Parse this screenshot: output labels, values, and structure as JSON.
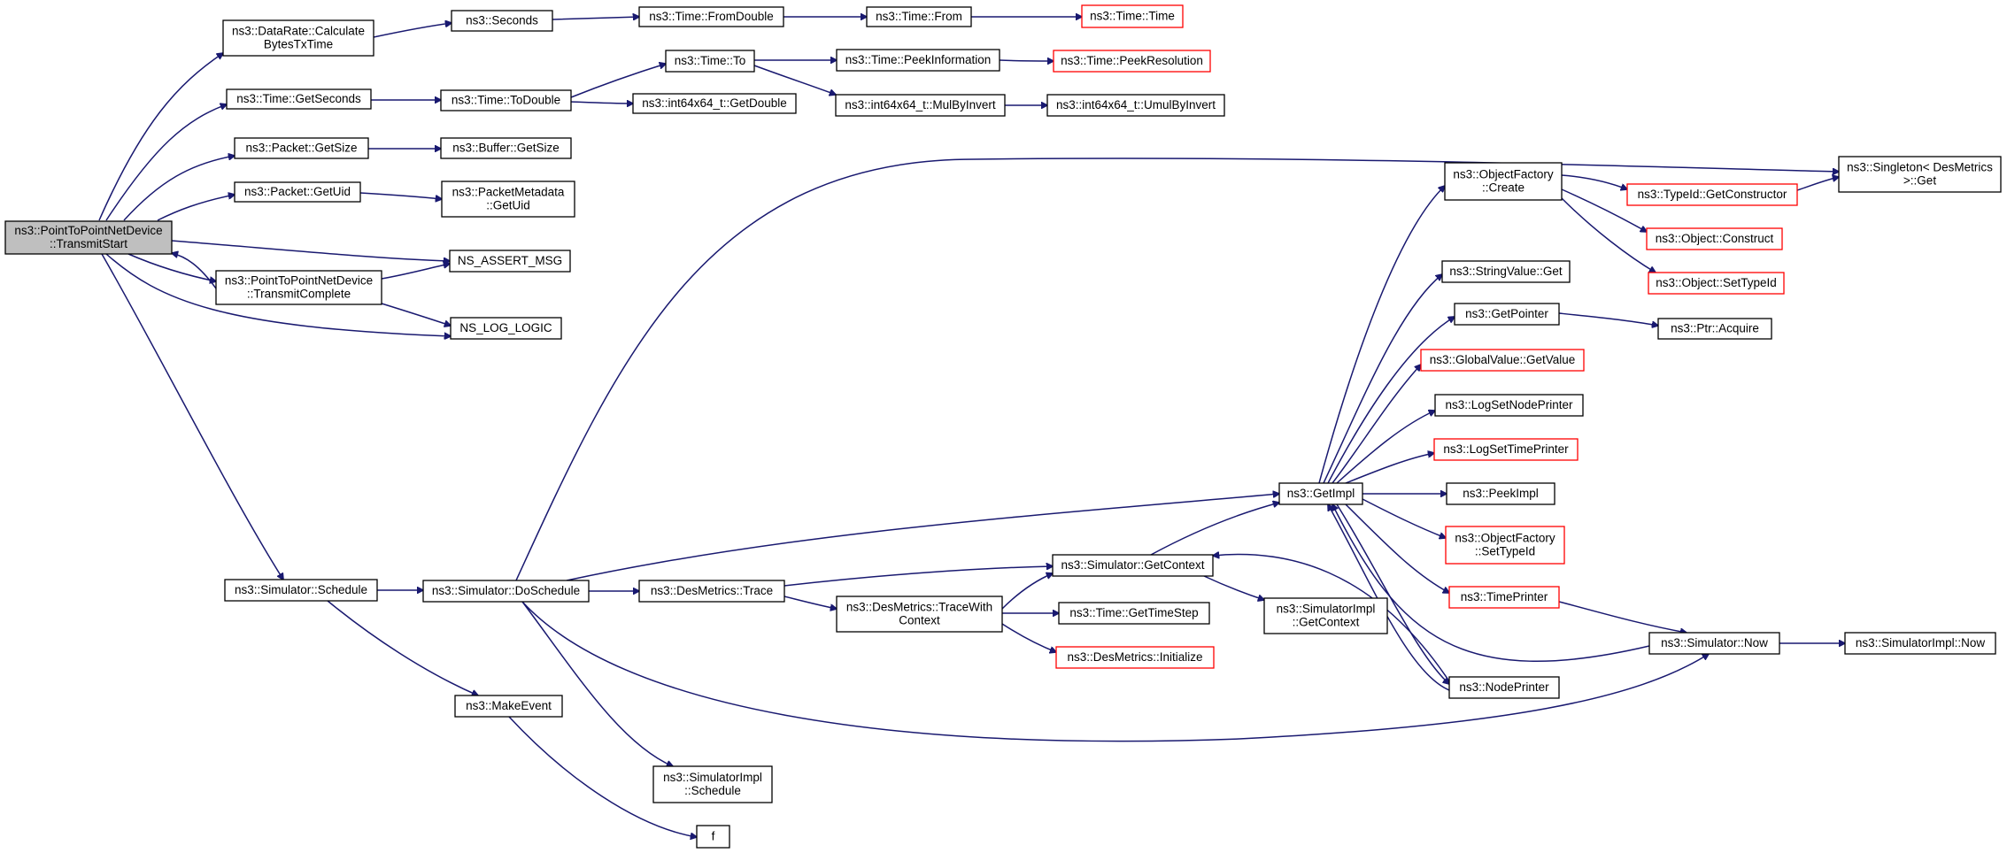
{
  "graph": {
    "kind": "call graph",
    "colors": {
      "edge": "#191970",
      "node_border": "#000000",
      "truncated_node_border": "#ff0000",
      "root_fill": "#bfbfbf",
      "node_fill": "#ffffff"
    },
    "nodes": [
      {
        "id": "root",
        "lines": [
          "ns3::PointToPointNetDevice",
          "::TransmitStart"
        ],
        "style": "root"
      },
      {
        "id": "dr_calc",
        "lines": [
          "ns3::DataRate::Calculate",
          "BytesTxTime"
        ],
        "style": "normal"
      },
      {
        "id": "seconds",
        "lines": [
          "ns3::Seconds"
        ],
        "style": "normal"
      },
      {
        "id": "time_fromdouble",
        "lines": [
          "ns3::Time::FromDouble"
        ],
        "style": "normal"
      },
      {
        "id": "time_from",
        "lines": [
          "ns3::Time::From"
        ],
        "style": "normal"
      },
      {
        "id": "time_time",
        "lines": [
          "ns3::Time::Time"
        ],
        "style": "truncated"
      },
      {
        "id": "time_getseconds",
        "lines": [
          "ns3::Time::GetSeconds"
        ],
        "style": "normal"
      },
      {
        "id": "time_todouble",
        "lines": [
          "ns3::Time::ToDouble"
        ],
        "style": "normal"
      },
      {
        "id": "time_to",
        "lines": [
          "ns3::Time::To"
        ],
        "style": "normal"
      },
      {
        "id": "time_peekinfo",
        "lines": [
          "ns3::Time::PeekInformation"
        ],
        "style": "normal"
      },
      {
        "id": "time_peekres",
        "lines": [
          "ns3::Time::PeekResolution"
        ],
        "style": "truncated"
      },
      {
        "id": "i64_getdouble",
        "lines": [
          "ns3::int64x64_t::GetDouble"
        ],
        "style": "normal"
      },
      {
        "id": "i64_mulbyinvert",
        "lines": [
          "ns3::int64x64_t::MulByInvert"
        ],
        "style": "normal"
      },
      {
        "id": "i64_umulbyinvert",
        "lines": [
          "ns3::int64x64_t::UmulByInvert"
        ],
        "style": "normal"
      },
      {
        "id": "packet_getsize",
        "lines": [
          "ns3::Packet::GetSize"
        ],
        "style": "normal"
      },
      {
        "id": "buffer_getsize",
        "lines": [
          "ns3::Buffer::GetSize"
        ],
        "style": "normal"
      },
      {
        "id": "packet_getuid",
        "lines": [
          "ns3::Packet::GetUid"
        ],
        "style": "normal"
      },
      {
        "id": "pm_getuid",
        "lines": [
          "ns3::PacketMetadata",
          "::GetUid"
        ],
        "style": "normal"
      },
      {
        "id": "ns_assert_msg",
        "lines": [
          "NS_ASSERT_MSG"
        ],
        "style": "normal"
      },
      {
        "id": "p2p_transmitcomplete",
        "lines": [
          "ns3::PointToPointNetDevice",
          "::TransmitComplete"
        ],
        "style": "normal"
      },
      {
        "id": "ns_log_logic",
        "lines": [
          "NS_LOG_LOGIC"
        ],
        "style": "normal"
      },
      {
        "id": "sim_schedule",
        "lines": [
          "ns3::Simulator::Schedule"
        ],
        "style": "normal"
      },
      {
        "id": "sim_doschedule",
        "lines": [
          "ns3::Simulator::DoSchedule"
        ],
        "style": "normal"
      },
      {
        "id": "makeevent",
        "lines": [
          "ns3::MakeEvent"
        ],
        "style": "normal"
      },
      {
        "id": "simimpl_schedule",
        "lines": [
          "ns3::SimulatorImpl",
          "::Schedule"
        ],
        "style": "normal"
      },
      {
        "id": "f",
        "lines": [
          "f"
        ],
        "style": "normal"
      },
      {
        "id": "desmetrics_trace",
        "lines": [
          "ns3::DesMetrics::Trace"
        ],
        "style": "normal"
      },
      {
        "id": "desmetrics_tracewith",
        "lines": [
          "ns3::DesMetrics::TraceWith",
          "Context"
        ],
        "style": "normal"
      },
      {
        "id": "sim_getcontext",
        "lines": [
          "ns3::Simulator::GetContext"
        ],
        "style": "normal"
      },
      {
        "id": "time_gettimestep",
        "lines": [
          "ns3::Time::GetTimeStep"
        ],
        "style": "normal"
      },
      {
        "id": "desmetrics_initialize",
        "lines": [
          "ns3::DesMetrics::Initialize"
        ],
        "style": "truncated"
      },
      {
        "id": "simimpl_getcontext",
        "lines": [
          "ns3::SimulatorImpl",
          "::GetContext"
        ],
        "style": "normal"
      },
      {
        "id": "getimpl",
        "lines": [
          "ns3::GetImpl"
        ],
        "style": "normal"
      },
      {
        "id": "singleton_get",
        "lines": [
          "ns3::Singleton< DesMetrics",
          ">::Get"
        ],
        "style": "normal"
      },
      {
        "id": "objfactory_create",
        "lines": [
          "ns3::ObjectFactory",
          "::Create"
        ],
        "style": "normal"
      },
      {
        "id": "typeid_getconstructor",
        "lines": [
          "ns3::TypeId::GetConstructor"
        ],
        "style": "truncated"
      },
      {
        "id": "object_construct",
        "lines": [
          "ns3::Object::Construct"
        ],
        "style": "truncated"
      },
      {
        "id": "object_settypeid",
        "lines": [
          "ns3::Object::SetTypeId"
        ],
        "style": "truncated"
      },
      {
        "id": "stringvalue_get",
        "lines": [
          "ns3::StringValue::Get"
        ],
        "style": "normal"
      },
      {
        "id": "getpointer",
        "lines": [
          "ns3::GetPointer"
        ],
        "style": "normal"
      },
      {
        "id": "ptr_acquire",
        "lines": [
          "ns3::Ptr::Acquire"
        ],
        "style": "normal"
      },
      {
        "id": "globalvalue_getvalue",
        "lines": [
          "ns3::GlobalValue::GetValue"
        ],
        "style": "truncated"
      },
      {
        "id": "logsetnodeprinter",
        "lines": [
          "ns3::LogSetNodePrinter"
        ],
        "style": "normal"
      },
      {
        "id": "logsettimeprinter",
        "lines": [
          "ns3::LogSetTimePrinter"
        ],
        "style": "truncated"
      },
      {
        "id": "peekimpl",
        "lines": [
          "ns3::PeekImpl"
        ],
        "style": "normal"
      },
      {
        "id": "objfactory_settypeid",
        "lines": [
          "ns3::ObjectFactory",
          "::SetTypeId"
        ],
        "style": "truncated"
      },
      {
        "id": "timeprinter",
        "lines": [
          "ns3::TimePrinter"
        ],
        "style": "truncated"
      },
      {
        "id": "sim_now",
        "lines": [
          "ns3::Simulator::Now"
        ],
        "style": "normal"
      },
      {
        "id": "simimpl_now",
        "lines": [
          "ns3::SimulatorImpl::Now"
        ],
        "style": "normal"
      },
      {
        "id": "nodeprinter",
        "lines": [
          "ns3::NodePrinter"
        ],
        "style": "normal"
      }
    ],
    "edges": [
      {
        "from": "root",
        "to": "dr_calc"
      },
      {
        "from": "root",
        "to": "time_getseconds"
      },
      {
        "from": "root",
        "to": "packet_getsize"
      },
      {
        "from": "root",
        "to": "packet_getuid"
      },
      {
        "from": "root",
        "to": "ns_assert_msg"
      },
      {
        "from": "root",
        "to": "p2p_transmitcomplete"
      },
      {
        "from": "root",
        "to": "ns_log_logic"
      },
      {
        "from": "root",
        "to": "sim_schedule"
      },
      {
        "from": "p2p_transmitcomplete",
        "to": "root"
      },
      {
        "from": "p2p_transmitcomplete",
        "to": "ns_assert_msg"
      },
      {
        "from": "p2p_transmitcomplete",
        "to": "ns_log_logic"
      },
      {
        "from": "dr_calc",
        "to": "seconds"
      },
      {
        "from": "seconds",
        "to": "time_fromdouble"
      },
      {
        "from": "time_fromdouble",
        "to": "time_from"
      },
      {
        "from": "time_from",
        "to": "time_time"
      },
      {
        "from": "time_getseconds",
        "to": "time_todouble"
      },
      {
        "from": "time_todouble",
        "to": "time_to"
      },
      {
        "from": "time_todouble",
        "to": "i64_getdouble"
      },
      {
        "from": "time_to",
        "to": "time_peekinfo"
      },
      {
        "from": "time_to",
        "to": "i64_mulbyinvert"
      },
      {
        "from": "time_peekinfo",
        "to": "time_peekres"
      },
      {
        "from": "i64_mulbyinvert",
        "to": "i64_umulbyinvert"
      },
      {
        "from": "packet_getsize",
        "to": "buffer_getsize"
      },
      {
        "from": "packet_getuid",
        "to": "pm_getuid"
      },
      {
        "from": "sim_schedule",
        "to": "sim_doschedule"
      },
      {
        "from": "sim_schedule",
        "to": "makeevent"
      },
      {
        "from": "makeevent",
        "to": "f"
      },
      {
        "from": "sim_doschedule",
        "to": "singleton_get"
      },
      {
        "from": "sim_doschedule",
        "to": "getimpl"
      },
      {
        "from": "sim_doschedule",
        "to": "desmetrics_trace"
      },
      {
        "from": "sim_doschedule",
        "to": "simimpl_schedule"
      },
      {
        "from": "sim_doschedule",
        "to": "sim_now"
      },
      {
        "from": "desmetrics_trace",
        "to": "sim_getcontext"
      },
      {
        "from": "desmetrics_trace",
        "to": "desmetrics_tracewith"
      },
      {
        "from": "desmetrics_tracewith",
        "to": "sim_getcontext"
      },
      {
        "from": "desmetrics_tracewith",
        "to": "time_gettimestep"
      },
      {
        "from": "desmetrics_tracewith",
        "to": "desmetrics_initialize"
      },
      {
        "from": "sim_getcontext",
        "to": "getimpl"
      },
      {
        "from": "sim_getcontext",
        "to": "simimpl_getcontext"
      },
      {
        "from": "getimpl",
        "to": "objfactory_create"
      },
      {
        "from": "getimpl",
        "to": "stringvalue_get"
      },
      {
        "from": "getimpl",
        "to": "getpointer"
      },
      {
        "from": "getimpl",
        "to": "globalvalue_getvalue"
      },
      {
        "from": "getimpl",
        "to": "logsetnodeprinter"
      },
      {
        "from": "getimpl",
        "to": "logsettimeprinter"
      },
      {
        "from": "getimpl",
        "to": "peekimpl"
      },
      {
        "from": "getimpl",
        "to": "objfactory_settypeid"
      },
      {
        "from": "getimpl",
        "to": "timeprinter"
      },
      {
        "from": "getimpl",
        "to": "nodeprinter"
      },
      {
        "from": "objfactory_create",
        "to": "typeid_getconstructor"
      },
      {
        "from": "objfactory_create",
        "to": "object_construct"
      },
      {
        "from": "objfactory_create",
        "to": "object_settypeid"
      },
      {
        "from": "typeid_getconstructor",
        "to": "singleton_get"
      },
      {
        "from": "getpointer",
        "to": "ptr_acquire"
      },
      {
        "from": "timeprinter",
        "to": "sim_now"
      },
      {
        "from": "sim_now",
        "to": "getimpl"
      },
      {
        "from": "sim_now",
        "to": "simimpl_now"
      },
      {
        "from": "nodeprinter",
        "to": "sim_getcontext"
      },
      {
        "from": "nodeprinter",
        "to": "getimpl"
      }
    ]
  }
}
